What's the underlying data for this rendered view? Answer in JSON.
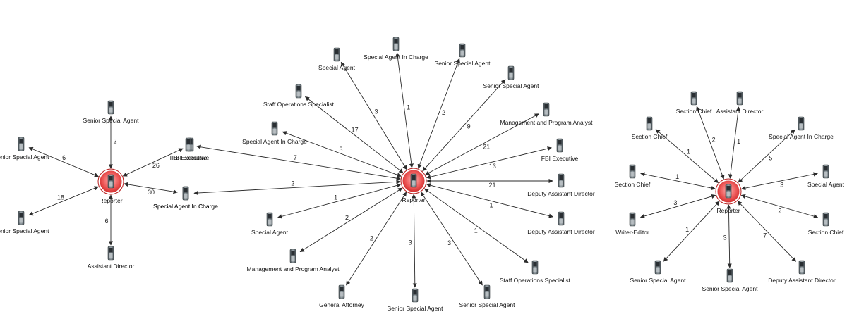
{
  "colors": {
    "edge": "#2b2b2b",
    "hub_fill": "#e23b3b",
    "hub_ring": "#ffffff",
    "device_body": "#6e7a80",
    "device_screen": "#2a2f33"
  },
  "icons": {
    "node": "phone-device-icon",
    "hub": "reporter-hub-icon"
  },
  "clusters": [
    {
      "hub_label": "Reporter",
      "spokes": [
        {
          "label": "Senior Special Agent",
          "weight": "2"
        },
        {
          "label": "Senior Special Agent",
          "weight": "6"
        },
        {
          "label": "FBI Executive",
          "weight": "26"
        },
        {
          "label": "Special Agent In Charge",
          "weight": "30"
        },
        {
          "label": "Senior Special Agent",
          "weight": "18"
        },
        {
          "label": "Assistant Director",
          "weight": "6"
        }
      ]
    },
    {
      "hub_label": "Reporter",
      "spokes": [
        {
          "label": "Special Agent In Charge",
          "weight": "1"
        },
        {
          "label": "Special Agent",
          "weight": "3"
        },
        {
          "label": "Senior Special Agent",
          "weight": "2"
        },
        {
          "label": "Senior Special Agent",
          "weight": "9"
        },
        {
          "label": "Staff Operations Specialist",
          "weight": "17"
        },
        {
          "label": "Management and Program Analyst",
          "weight": "21"
        },
        {
          "label": "Special Agent In Charge",
          "weight": "3"
        },
        {
          "label": "FBI Executive",
          "weight": "13"
        },
        {
          "label": "FBI Executive",
          "weight": "7"
        },
        {
          "label": "Deputy Assistant Director",
          "weight": "21"
        },
        {
          "label": "Special Agent In Charge",
          "weight": "2"
        },
        {
          "label": "Deputy Assistant Director",
          "weight": "1"
        },
        {
          "label": "Special Agent",
          "weight": "1"
        },
        {
          "label": "Management and Program Analyst",
          "weight": "2"
        },
        {
          "label": "General Attorney",
          "weight": "2"
        },
        {
          "label": "Senior Special Agent",
          "weight": "3"
        },
        {
          "label": "Senior Special Agent",
          "weight": "3"
        },
        {
          "label": "Staff Operations Specialist",
          "weight": "1"
        }
      ]
    },
    {
      "hub_label": "Reporter",
      "spokes": [
        {
          "label": "Section Chief",
          "weight": "2"
        },
        {
          "label": "Assistant Director",
          "weight": "1"
        },
        {
          "label": "Section Chief",
          "weight": "1"
        },
        {
          "label": "Special Agent In Charge",
          "weight": "5"
        },
        {
          "label": "Section Chief",
          "weight": "1"
        },
        {
          "label": "Special Agent",
          "weight": "3"
        },
        {
          "label": "Writer-Editor",
          "weight": "3"
        },
        {
          "label": "Section Chief",
          "weight": "2"
        },
        {
          "label": "Senior Special Agent",
          "weight": "1"
        },
        {
          "label": "Senior Special Agent",
          "weight": "3"
        },
        {
          "label": "Deputy Assistant Director",
          "weight": "7"
        }
      ]
    }
  ]
}
